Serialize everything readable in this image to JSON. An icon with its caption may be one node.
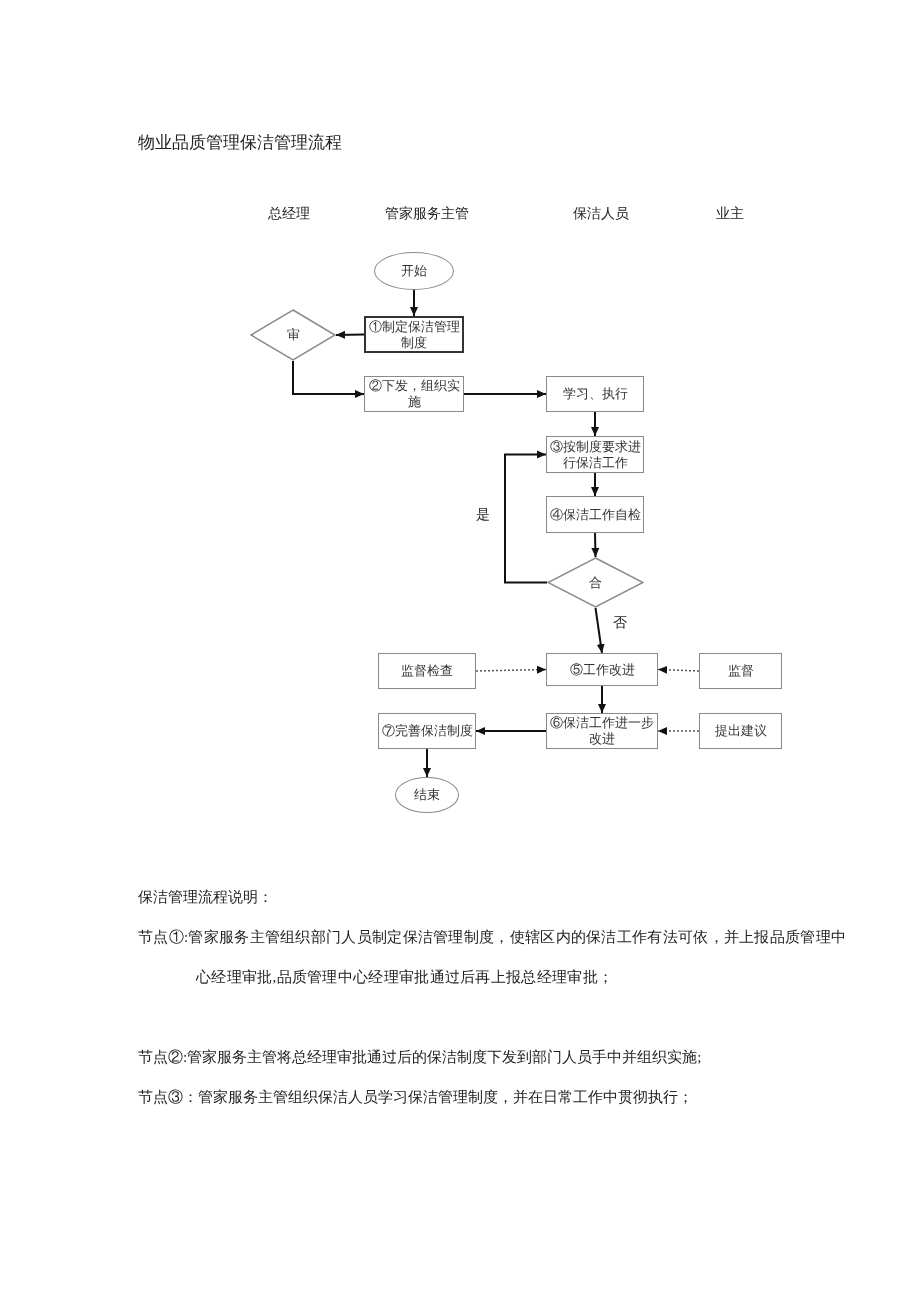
{
  "diagram": {
    "title": "物业品质管理保洁管理流程",
    "nodes": [
      {
        "text": [
          "开始"
        ]
      },
      {
        "text": [
          "①制定保洁管理制度"
        ]
      },
      {
        "text": [
          "审"
        ]
      },
      {
        "text": [
          "②下发，组织实施"
        ]
      },
      {
        "text": [
          "学习、执行"
        ]
      },
      {
        "text": [
          "③按制度要求进行保洁工作"
        ]
      },
      {
        "text": [
          "④保洁工作自检"
        ]
      },
      {
        "text": [
          "合"
        ]
      },
      {
        "text": [
          "监督检查"
        ]
      },
      {
        "text": [
          "⑤工作改进"
        ]
      },
      {
        "text": [
          "监督"
        ]
      },
      {
        "text": [
          "⑦完善保洁制度"
        ]
      },
      {
        "text": [
          "⑥保洁工作进一步改进"
        ]
      },
      {
        "text": [
          "提出建议"
        ]
      },
      {
        "text": [
          "结束"
        ]
      }
    ],
    "edges": [
      {
        "from": 0,
        "to": 1,
        "arrow": "to"
      },
      {
        "from": 1,
        "to": 2,
        "arrow": "to"
      },
      {
        "from": 2,
        "to": 3,
        "arrow": "to"
      },
      {
        "from": 3,
        "to": 4,
        "arrow": "to"
      },
      {
        "from": 4,
        "to": 5,
        "arrow": "to"
      },
      {
        "from": 5,
        "to": 6,
        "arrow": "to"
      },
      {
        "from": 6,
        "to": 7,
        "arrow": "to"
      },
      {
        "from": 7,
        "to": 5,
        "arrow": "to",
        "label": "是"
      },
      {
        "from": 7,
        "to": 9,
        "arrow": "to",
        "label": "否"
      },
      {
        "from": 8,
        "to": 9,
        "arrow": "to",
        "style": "dashed"
      },
      {
        "from": 10,
        "to": 9,
        "arrow": "to",
        "style": "dashed"
      },
      {
        "from": 9,
        "to": 12,
        "arrow": "to"
      },
      {
        "from": 12,
        "to": 11,
        "arrow": "to"
      },
      {
        "from": 13,
        "to": 12,
        "arrow": "to",
        "style": "dashed"
      },
      {
        "from": 11,
        "to": 14,
        "arrow": "to"
      }
    ],
    "labels": [
      "总经理",
      "管家服务主管",
      "保洁人员",
      "业主",
      "保洁管理流程说明：",
      "节点①:管家服务主管组织部门人员制定保洁管理制度，使辖区内的保洁工作有法可依，并上报品质管理中心经理审批,品质管理中心经理审批通过后再上报总经理审批；",
      "节点②:管家服务主管将总经理审批通过后的保洁制度下发到部门人员手中并组织实施;",
      "节点③：管家服务主管组织保洁人员学习保洁管理制度，并在日常工作中贯彻执行；"
    ]
  }
}
